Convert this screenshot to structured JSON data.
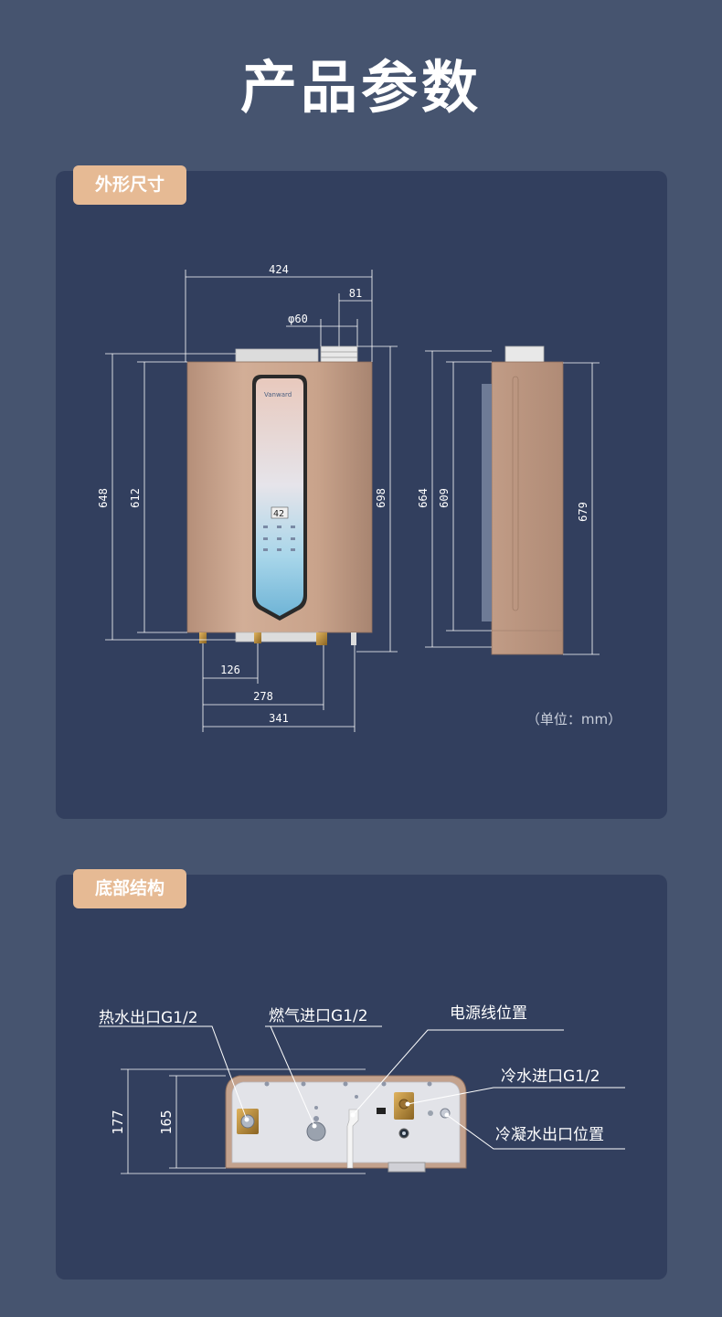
{
  "page": {
    "title": "产品参数"
  },
  "sections": {
    "dimensions": {
      "tag": "外形尺寸",
      "unit": "（单位：mm）",
      "front": {
        "width": "424",
        "flue_offset": "81",
        "flue_diameter": "φ60",
        "height_outer": "648",
        "height_inner": "612",
        "height_total": "698",
        "pipe_126": "126",
        "pipe_278": "278",
        "pipe_341": "341"
      },
      "side": {
        "height_outer": "664",
        "height_inner": "609",
        "height_total": "679"
      },
      "display": {
        "temperature": "42"
      }
    },
    "bottom": {
      "tag": "底部结构",
      "dim_177": "177",
      "dim_165": "165",
      "labels": {
        "hot_water_out": "热水出口G1/2",
        "gas_in": "燃气进口G1/2",
        "power_cord": "电源线位置",
        "cold_water_in": "冷水进口G1/2",
        "condensate_out": "冷凝水出口位置"
      }
    }
  },
  "colors": {
    "background": "#46546f",
    "panel": "#323f5e",
    "tag": "#e6ba94",
    "body_gold": "#c8a28a"
  }
}
